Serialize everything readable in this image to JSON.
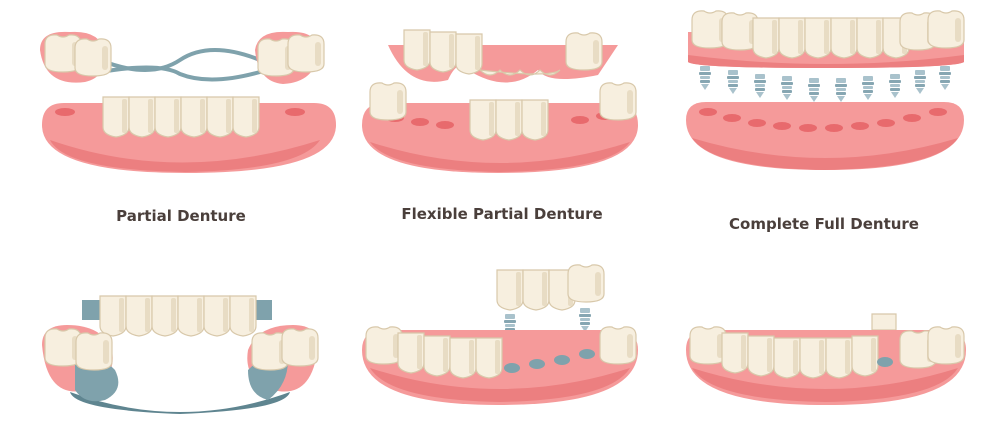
{
  "colors": {
    "gum": "#f59a9a",
    "gum_dark": "#ec7f80",
    "gum_pocket": "#e86a6d",
    "tooth": "#f7efdf",
    "tooth_shade": "#e8dcc4",
    "tooth_outline": "#d8c8aa",
    "metal": "#7fa2ac",
    "metal_dark": "#5f8590",
    "screw": "#a9c2cc",
    "caption_text": "#4a3f3b"
  },
  "captions": {
    "partial": "Partial Denture",
    "flexible": "Flexible Partial Denture",
    "complete": "Complete Full Denture"
  },
  "illustrations": [
    {
      "id": "partial-denture",
      "icon": "partial-denture-illustration"
    },
    {
      "id": "flexible-partial-denture",
      "icon": "flexible-partial-denture-illustration"
    },
    {
      "id": "complete-full-denture",
      "icon": "implant-full-denture-illustration"
    },
    {
      "id": "cast-partial-denture",
      "icon": "cast-partial-denture-illustration"
    },
    {
      "id": "implant-bridge",
      "icon": "implant-bridge-illustration"
    },
    {
      "id": "single-tooth-gap",
      "icon": "single-tooth-gap-illustration"
    }
  ]
}
